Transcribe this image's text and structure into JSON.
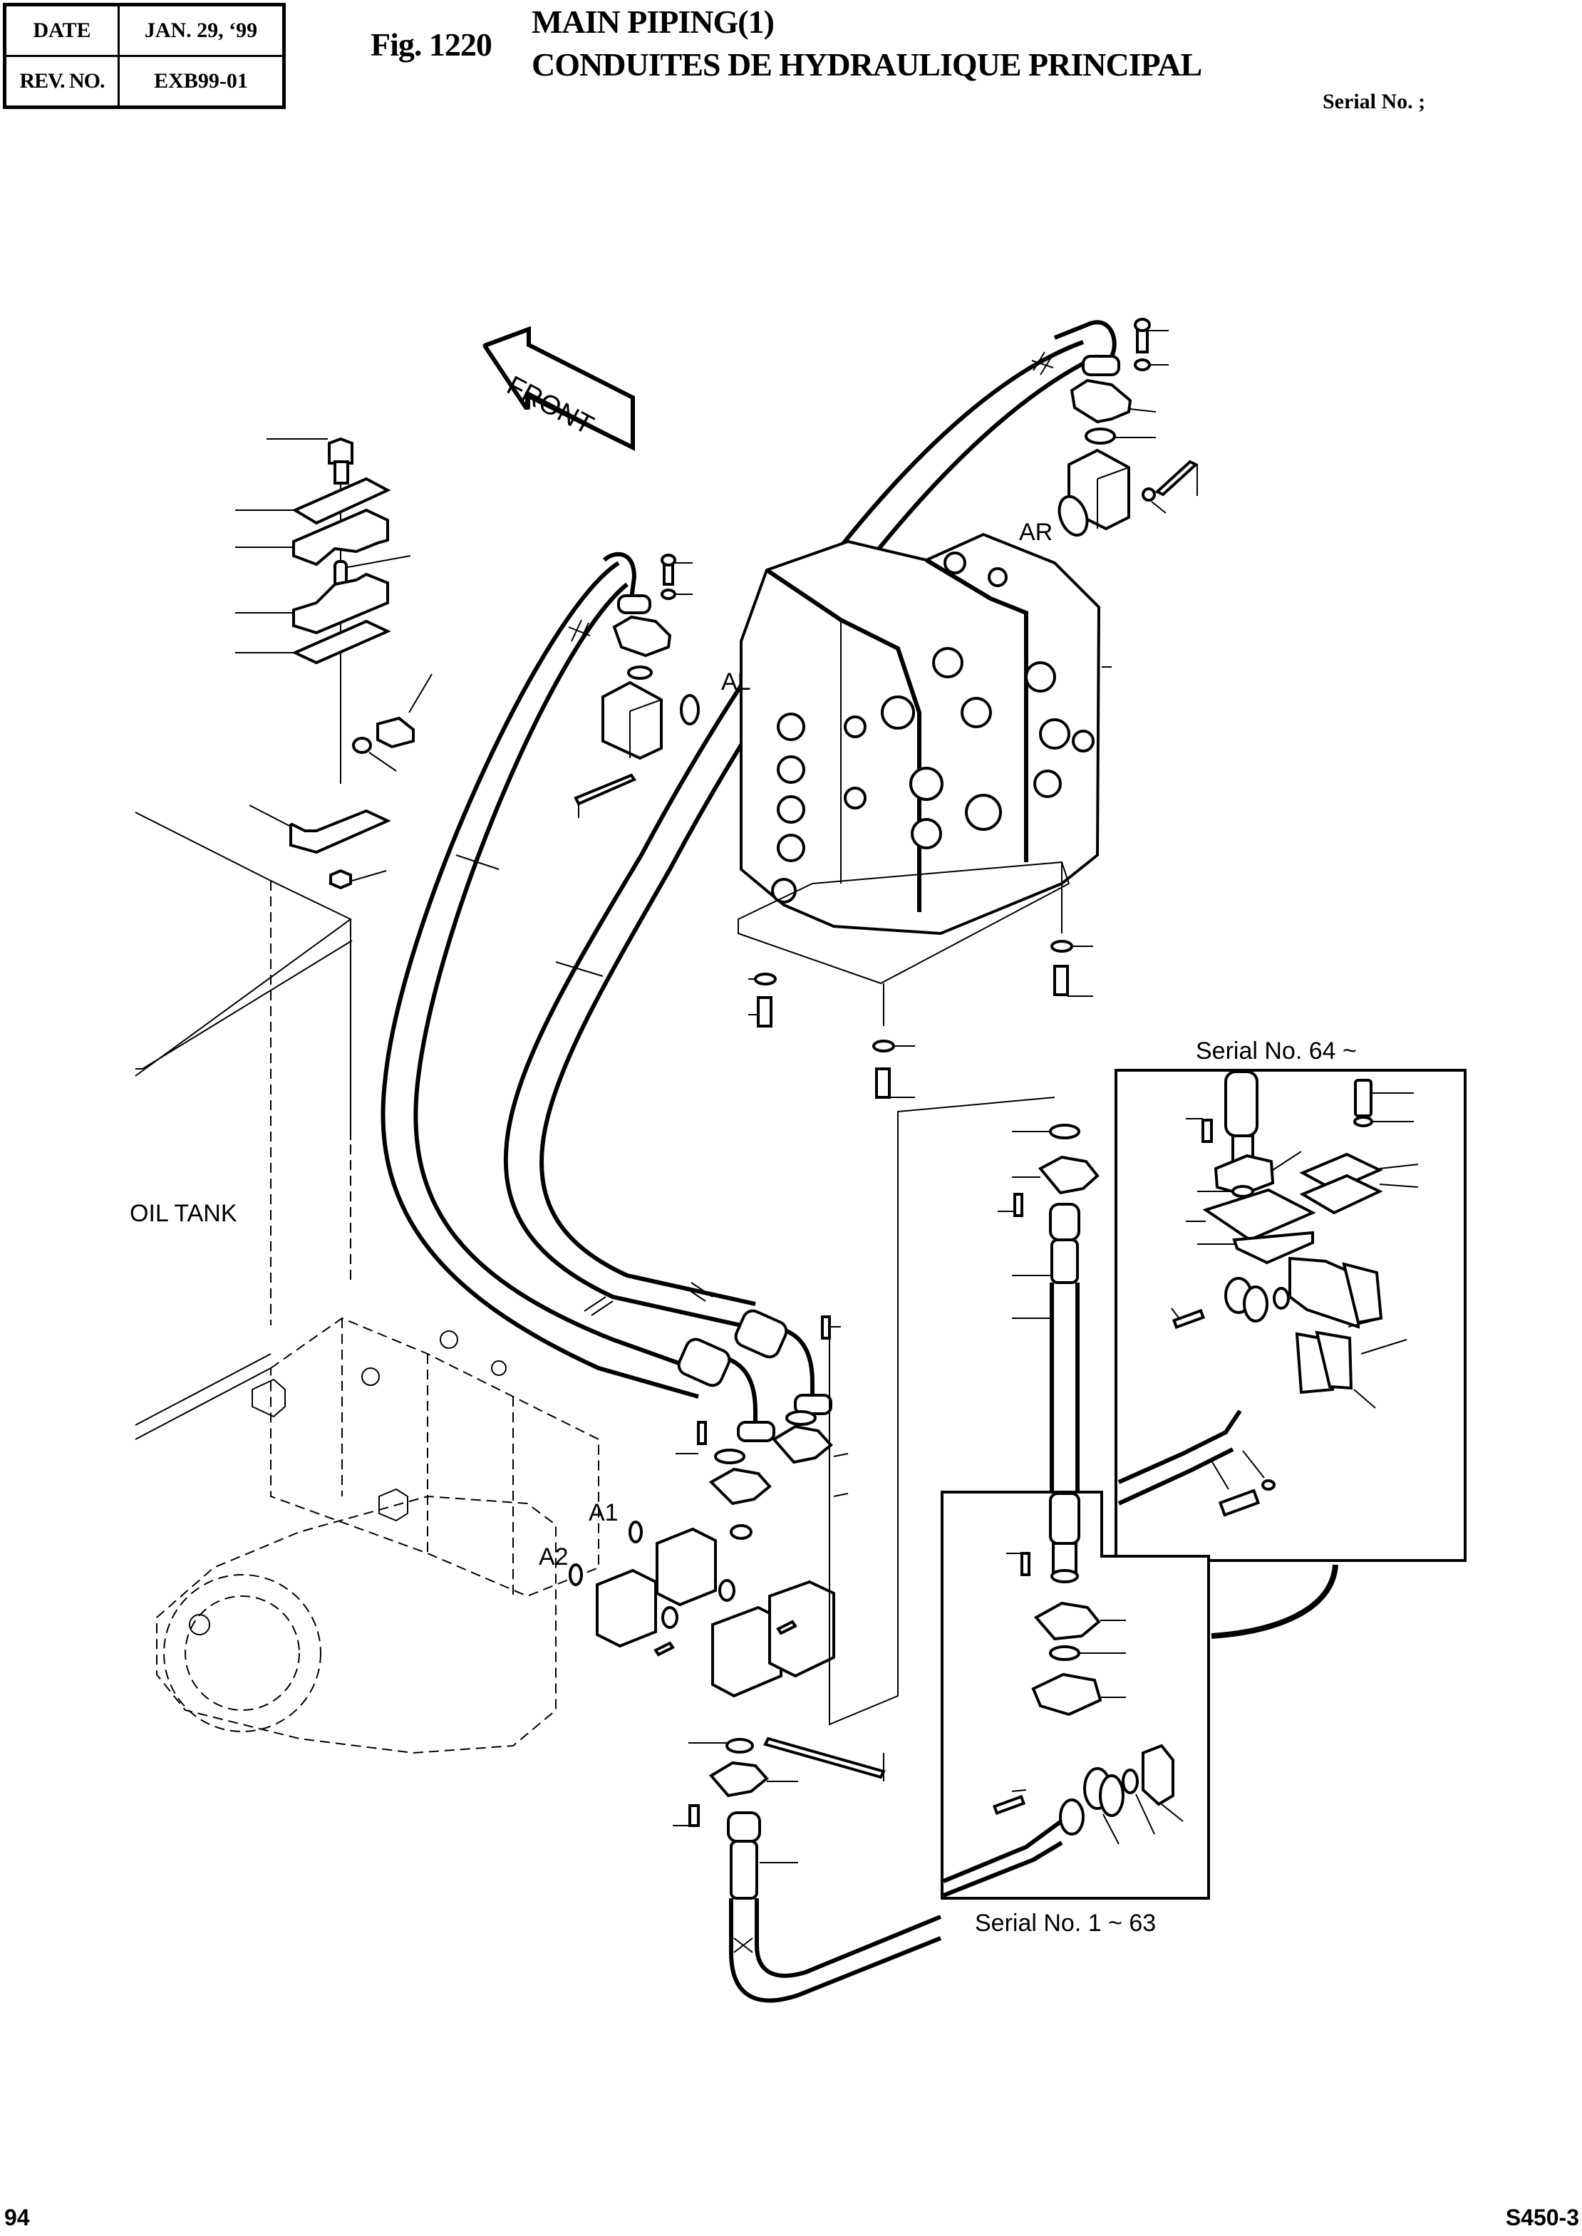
{
  "header": {
    "date_label": "DATE",
    "date_value": "JAN. 29, ‘99",
    "rev_label": "REV. NO.",
    "rev_value": "EXB99-01",
    "figure_number": "Fig. 1220",
    "title_en": "MAIN PIPING(1)",
    "title_fr": "CONDUITES DE HYDRAULIQUE PRINCIPAL",
    "serial_label": "Serial No. ;"
  },
  "diagram": {
    "front_arrow_label": "FRONT",
    "labels": {
      "ar": "AR",
      "al": "AL",
      "a1": "A1",
      "a2": "A2",
      "oil_tank": "OIL TANK"
    },
    "insets": [
      {
        "id": "serial-64-up",
        "caption": "Serial No. 64 ~"
      },
      {
        "id": "serial-1-63",
        "caption": "Serial No. 1 ~ 63"
      }
    ],
    "icons": [
      "front-arrow-icon",
      "hose-icon",
      "control-valve-icon",
      "pump-icon",
      "flange-icon",
      "o-ring-icon",
      "bolt-icon",
      "clamp-icon",
      "block-icon"
    ]
  },
  "footer": {
    "page_number": "94",
    "model": "S450-3"
  }
}
